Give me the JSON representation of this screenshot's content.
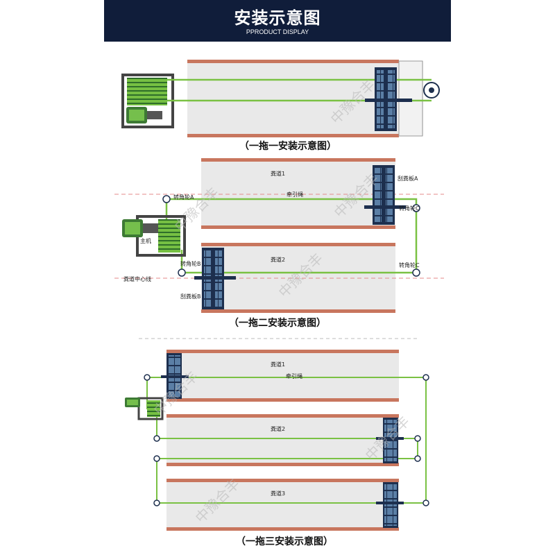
{
  "header": {
    "title": "安装示意图",
    "subtitle": "PPRODUCT DISPLAY"
  },
  "watermark": "中豫合丰",
  "colors": {
    "header_bg": "#101d3a",
    "lane_fill": "#e9e9e9",
    "lane_edge": "#c8765e",
    "rope": "#7ac143",
    "scraper": "#1d2f4e",
    "scraper_inner": "#5b7fa6"
  },
  "diagram1": {
    "caption": "（一拖一安装示意图）"
  },
  "diagram2": {
    "caption": "（一拖二安装示意图）",
    "lane1": "粪道1",
    "lane2": "粪道2",
    "rope": "牵引绳",
    "scraper_a": "刮粪板A",
    "scraper_b": "刮粪板B",
    "pulley_a": "转角轮A",
    "pulley_b": "转角轮B",
    "pulley_c": "转角轮C",
    "host": "主机",
    "centerline": "粪道中心线"
  },
  "diagram3": {
    "caption": "（一拖三安装示意图）",
    "lane1": "粪道1",
    "lane2": "粪道2",
    "lane3": "粪道3",
    "rope": "牵引绳"
  }
}
